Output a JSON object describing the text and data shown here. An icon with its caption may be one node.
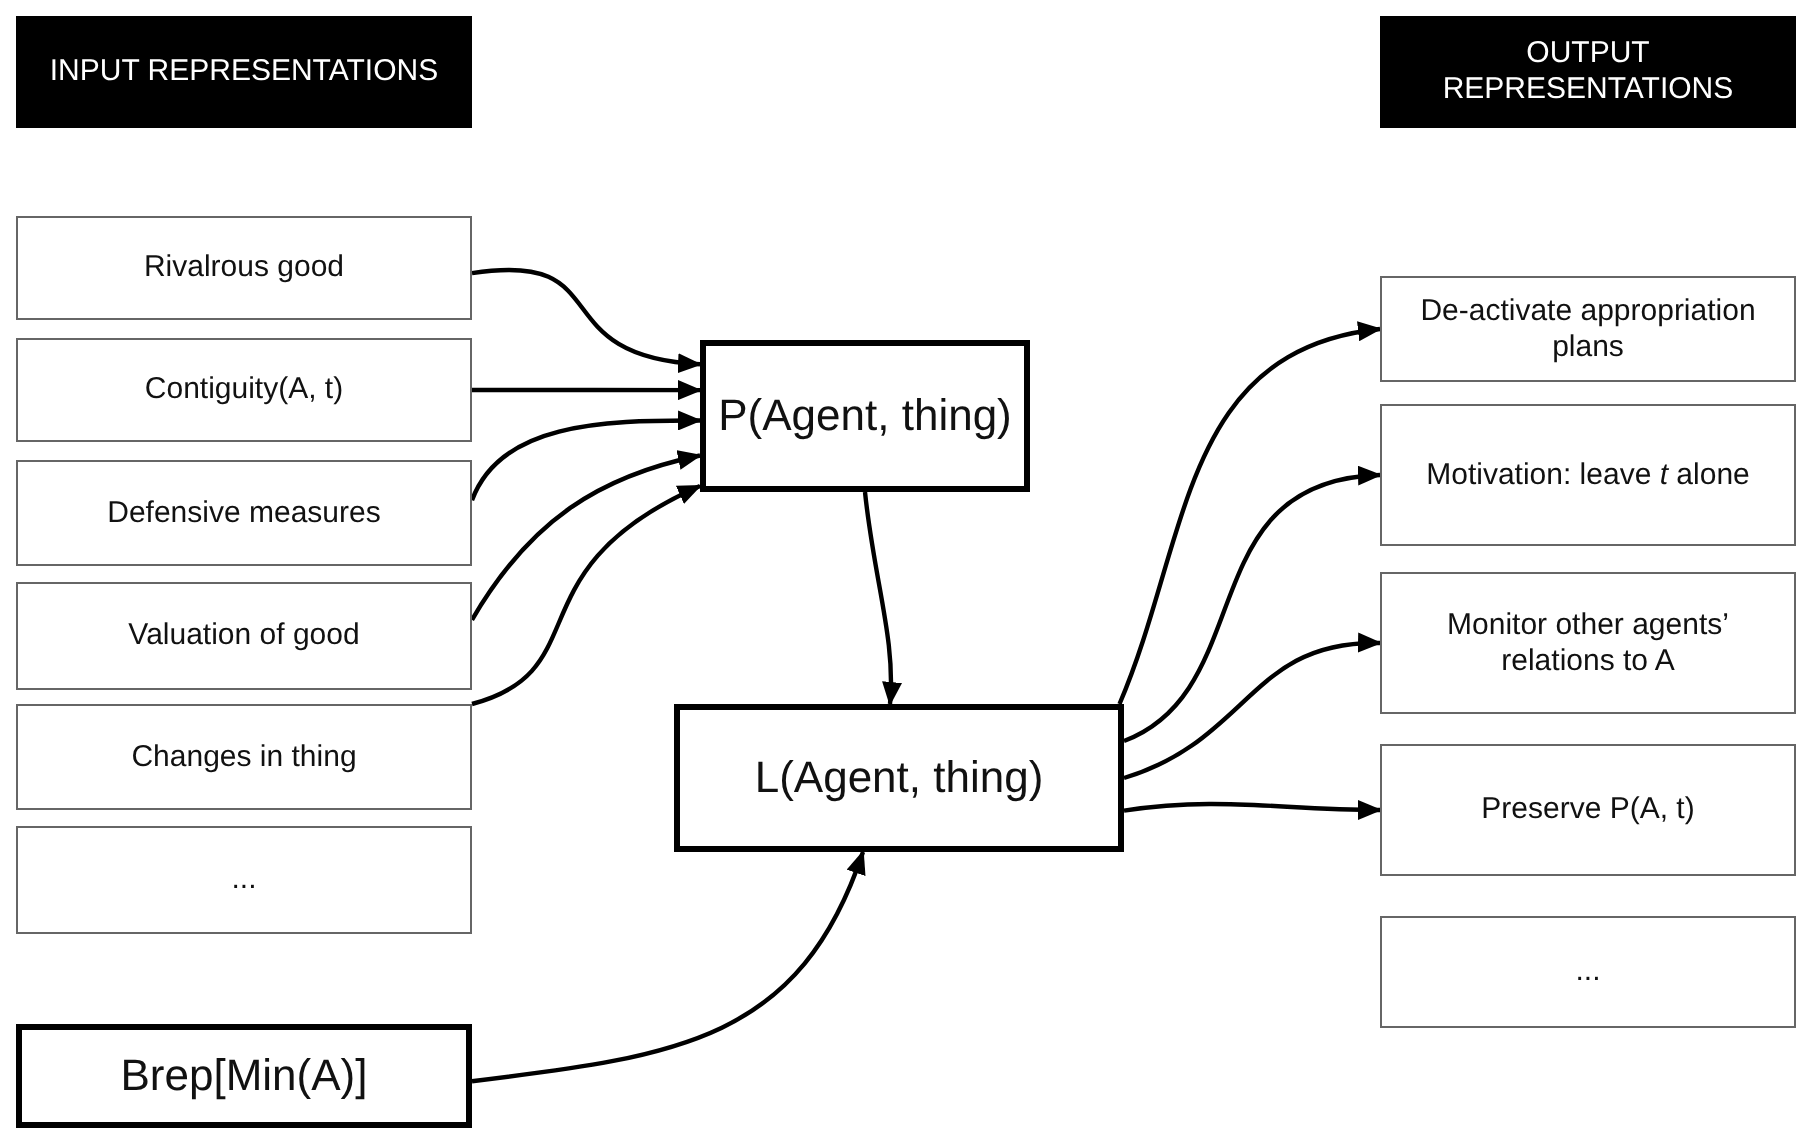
{
  "diagram": {
    "nodes": [
      {
        "text": [
          "INPUT REPRESENTATIONS"
        ]
      },
      {
        "text": [
          "OUTPUT REPRESENTATIONS"
        ]
      },
      {
        "text": [
          "Rivalrous good"
        ]
      },
      {
        "text": [
          "Contiguity(A, t)"
        ]
      },
      {
        "text": [
          "Defensive measures"
        ]
      },
      {
        "text": [
          "Valuation of good"
        ]
      },
      {
        "text": [
          "Changes in thing"
        ]
      },
      {
        "text": [
          "..."
        ]
      },
      {
        "text": [
          "Brep[Min(A)]"
        ]
      },
      {
        "text": [
          "P(Agent, thing)"
        ]
      },
      {
        "text": [
          "L(Agent, thing)"
        ]
      },
      {
        "text": [
          "De-activate appropriation plans"
        ]
      },
      {
        "text": [
          "Motivation: leave *t* alone"
        ]
      },
      {
        "text": [
          "Monitor other agents’ relations to A"
        ]
      },
      {
        "text": [
          "Preserve P(A, t)"
        ]
      },
      {
        "text": [
          "..."
        ]
      }
    ],
    "edges": [
      {
        "from": 2,
        "to": 9,
        "arrow": "to"
      },
      {
        "from": 3,
        "to": 9,
        "arrow": "to"
      },
      {
        "from": 4,
        "to": 9,
        "arrow": "to"
      },
      {
        "from": 5,
        "to": 9,
        "arrow": "to"
      },
      {
        "from": 6,
        "to": 9,
        "arrow": "to"
      },
      {
        "from": 9,
        "to": 10,
        "arrow": "to"
      },
      {
        "from": 8,
        "to": 10,
        "arrow": "to"
      },
      {
        "from": 10,
        "to": 11,
        "arrow": "to"
      },
      {
        "from": 10,
        "to": 12,
        "arrow": "to"
      },
      {
        "from": 10,
        "to": 13,
        "arrow": "to"
      },
      {
        "from": 10,
        "to": 14,
        "arrow": "to"
      }
    ]
  }
}
